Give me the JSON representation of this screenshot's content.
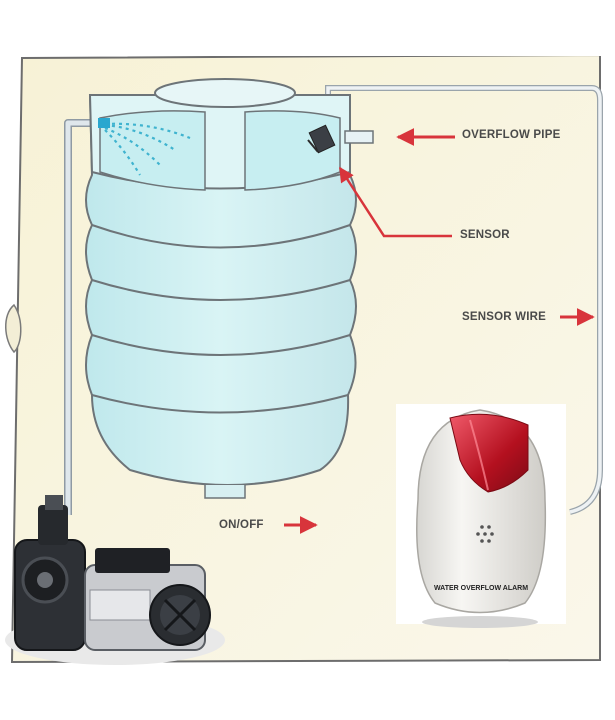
{
  "labels": {
    "overflow_pipe": "OVERFLOW PIPE",
    "sensor": "SENSOR",
    "sensor_wire": "SENSOR WIRE",
    "on_off": "ON/OFF"
  },
  "device": {
    "brand_text": "WATER OVERFLOW ALARM"
  },
  "colors": {
    "background_panel": "#f6f2dc",
    "tank_fill": "#cdeef0",
    "tank_outline": "#6d7478",
    "arrow_red": "#d8343b",
    "alarm_red": "#c4152a",
    "device_body": "#efeeea",
    "pipe": "#c8d2da"
  },
  "icons": [
    "water-tank-icon",
    "water-pump-icon",
    "alarm-device-icon",
    "sensor-icon"
  ]
}
